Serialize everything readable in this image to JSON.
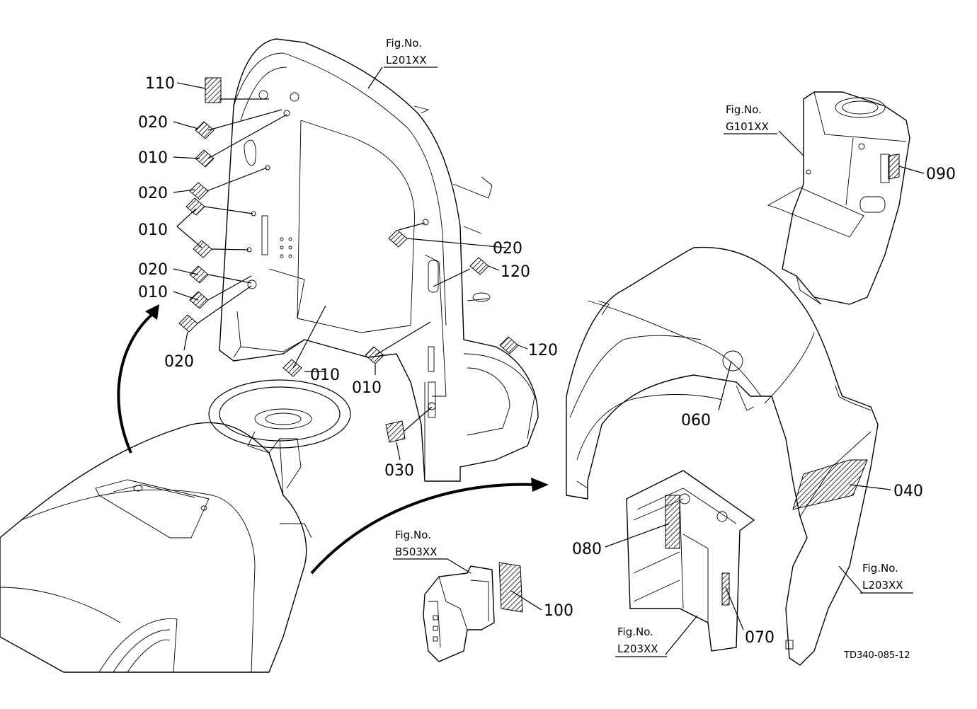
{
  "diagram_code": "TD340-085-12",
  "fig_refs": [
    {
      "id": "fig-l201",
      "label": "Fig.No.",
      "code": "L201XX"
    },
    {
      "id": "fig-g101",
      "label": "Fig.No.",
      "code": "G101XX"
    },
    {
      "id": "fig-b503",
      "label": "Fig.No.",
      "code": "B503XX"
    },
    {
      "id": "fig-l203-right",
      "label": "Fig.No.",
      "code": "L203XX"
    },
    {
      "id": "fig-l203-bottom",
      "label": "Fig.No.",
      "code": "L203XX"
    }
  ],
  "part_callouts": [
    "110",
    "020",
    "010",
    "020",
    "010",
    "020",
    "010",
    "020",
    "010",
    "010",
    "030",
    "020",
    "120",
    "120",
    "090",
    "060",
    "040",
    "080",
    "100",
    "070"
  ]
}
